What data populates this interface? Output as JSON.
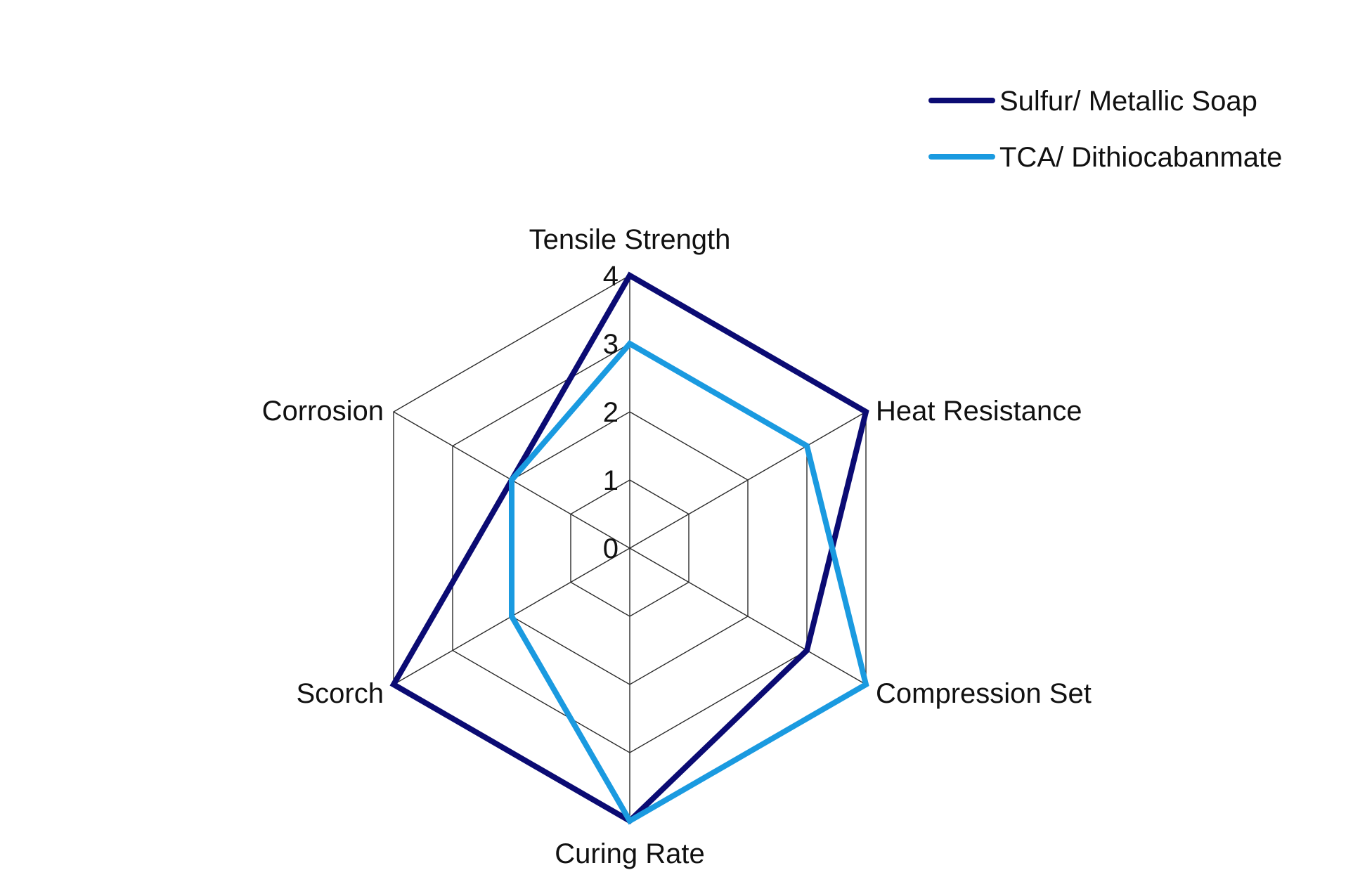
{
  "chart_data": {
    "type": "radar",
    "axes": [
      "Tensile Strength",
      "Heat Resistance",
      "Compression Set",
      "Curing Rate",
      "Scorch",
      "Corrosion"
    ],
    "rlim": [
      0,
      4
    ],
    "ticks": [
      "0",
      "1",
      "2",
      "3",
      "4"
    ],
    "grid": true,
    "legend_position": "top-right",
    "series": [
      {
        "name": "Sulfur/ Metallic Soap",
        "color": "#0b0b73",
        "values": [
          4,
          4,
          3,
          4,
          4,
          2
        ]
      },
      {
        "name": "TCA/ Dithiocabanmate",
        "color": "#1a9ae0",
        "values": [
          3,
          3,
          4,
          4,
          2,
          2
        ]
      }
    ]
  }
}
